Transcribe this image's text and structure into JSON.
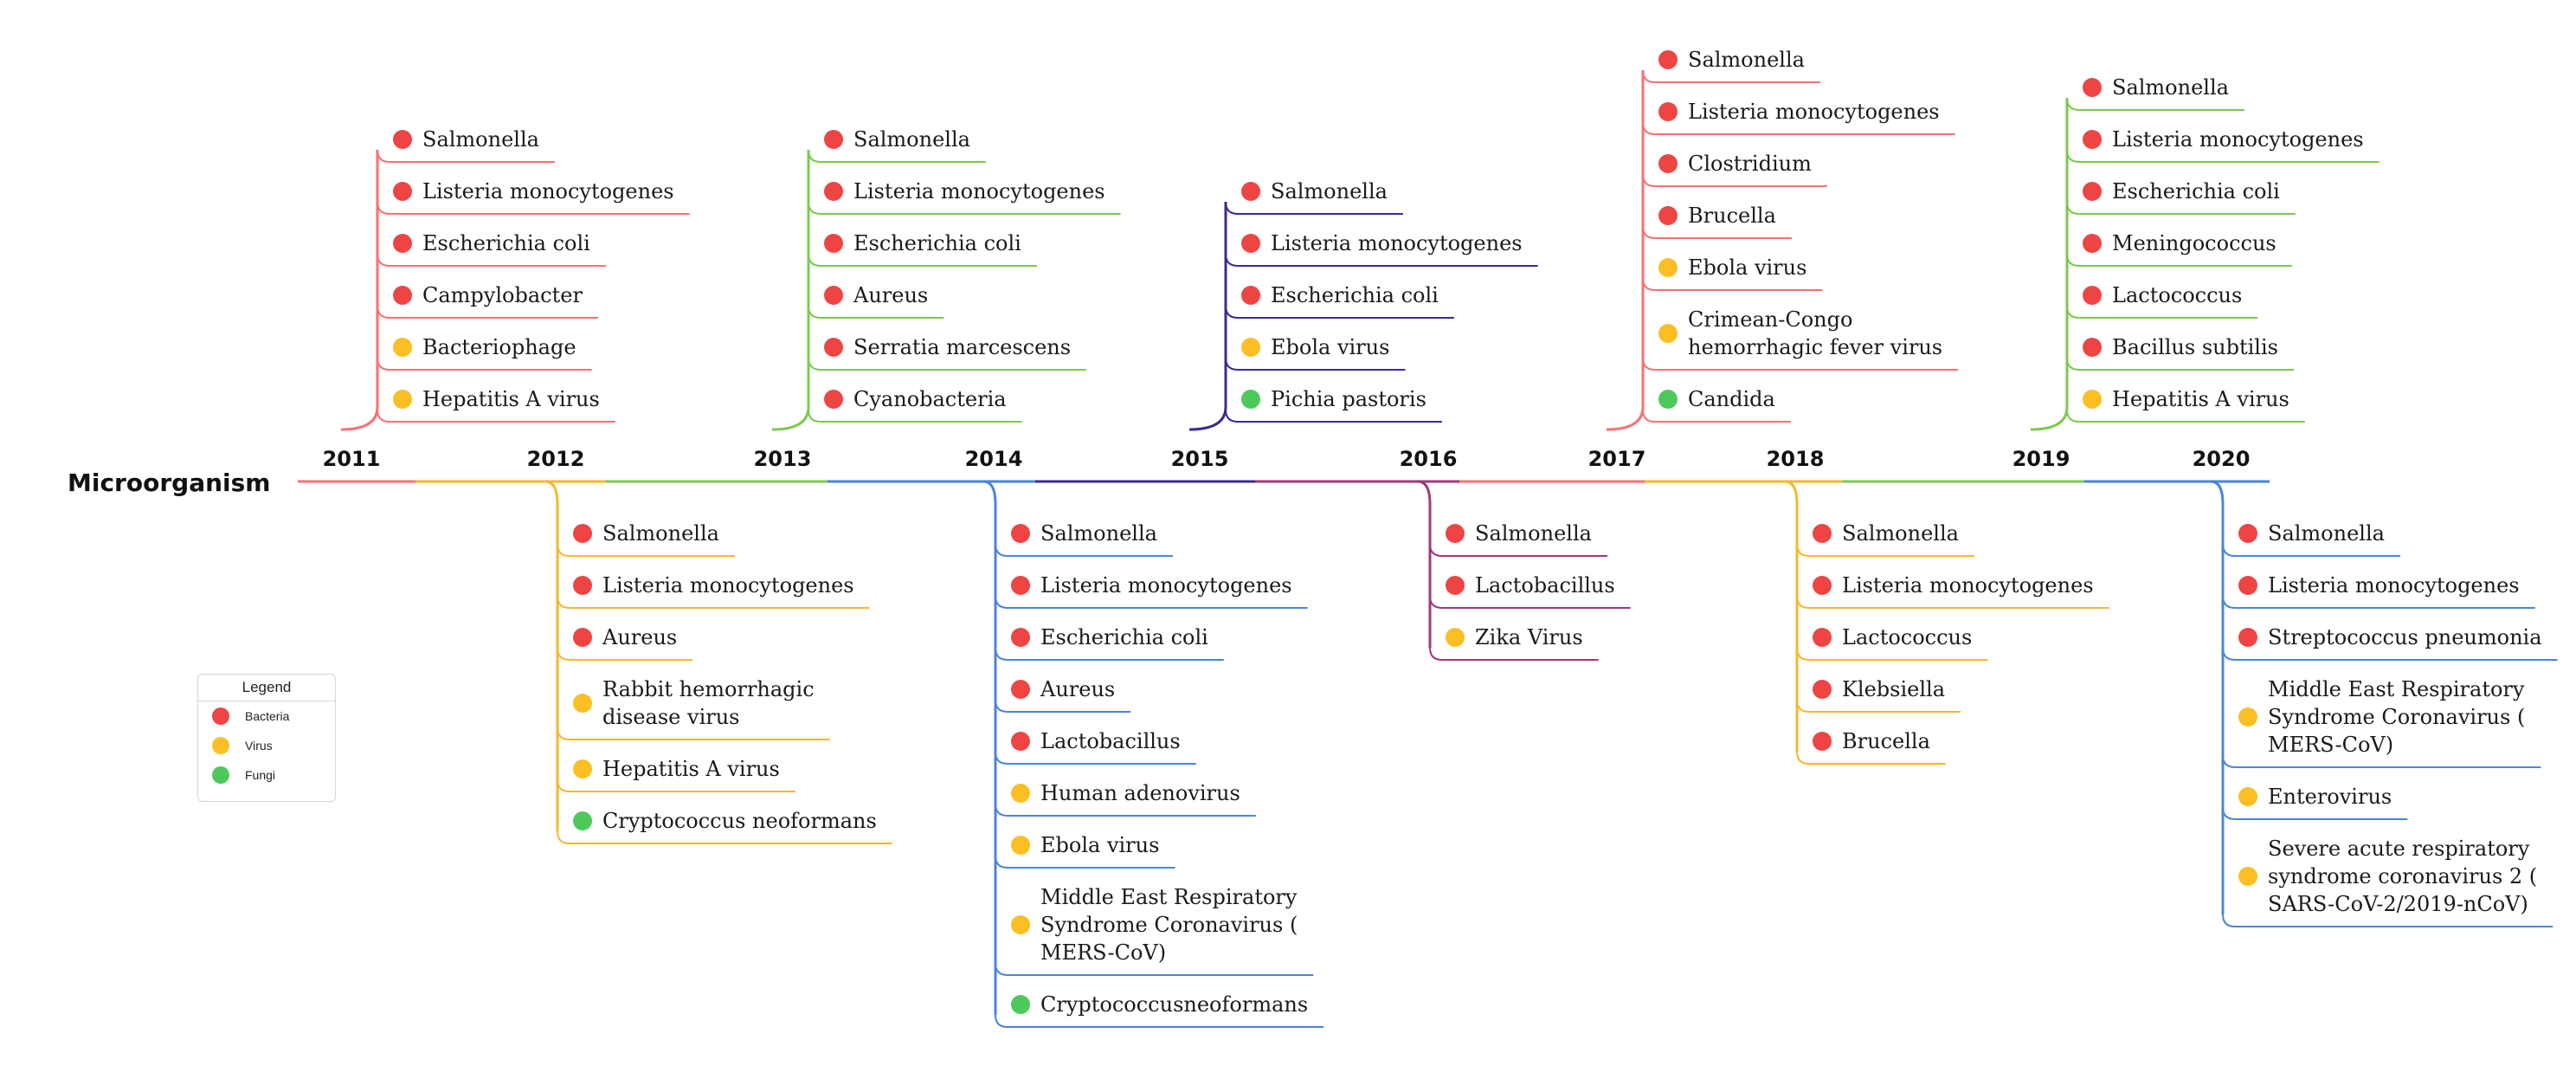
{
  "root": {
    "label": "Microorganism"
  },
  "legend": {
    "title": "Legend",
    "items": [
      {
        "label": "Bacteria",
        "type": "bacteria"
      },
      {
        "label": "Virus",
        "type": "virus"
      },
      {
        "label": "Fungi",
        "type": "fungi"
      }
    ]
  },
  "type_colors": {
    "bacteria": "#ef4444",
    "virus": "#fbbf24",
    "fungi": "#4cc95a"
  },
  "years": [
    {
      "year": "2011",
      "side": "up",
      "color": "#f87171",
      "items": [
        {
          "label": "Salmonella",
          "type": "bacteria"
        },
        {
          "label": "Listeria monocytogenes",
          "type": "bacteria"
        },
        {
          "label": "Escherichia coli",
          "type": "bacteria"
        },
        {
          "label": "Campylobacter",
          "type": "bacteria"
        },
        {
          "label": "Bacteriophage",
          "type": "virus"
        },
        {
          "label": "Hepatitis A virus",
          "type": "virus"
        }
      ]
    },
    {
      "year": "2012",
      "side": "down",
      "color": "#f5b82e",
      "items": [
        {
          "label": "Salmonella",
          "type": "bacteria"
        },
        {
          "label": "Listeria monocytogenes",
          "type": "bacteria"
        },
        {
          "label": "Aureus",
          "type": "bacteria"
        },
        {
          "label": "Rabbit hemorrhagic\ndisease virus",
          "type": "virus"
        },
        {
          "label": "Hepatitis A virus",
          "type": "virus"
        },
        {
          "label": "Cryptococcus neoformans",
          "type": "fungi"
        }
      ]
    },
    {
      "year": "2013",
      "side": "up",
      "color": "#7cc94f",
      "items": [
        {
          "label": "Salmonella",
          "type": "bacteria"
        },
        {
          "label": "Listeria monocytogenes",
          "type": "bacteria"
        },
        {
          "label": "Escherichia coli",
          "type": "bacteria"
        },
        {
          "label": "Aureus",
          "type": "bacteria"
        },
        {
          "label": "Serratia marcescens",
          "type": "bacteria"
        },
        {
          "label": "Cyanobacteria",
          "type": "bacteria"
        }
      ]
    },
    {
      "year": "2014",
      "side": "down",
      "color": "#4a86d8",
      "items": [
        {
          "label": "Salmonella",
          "type": "bacteria"
        },
        {
          "label": "Listeria monocytogenes",
          "type": "bacteria"
        },
        {
          "label": "Escherichia coli",
          "type": "bacteria"
        },
        {
          "label": "Aureus",
          "type": "bacteria"
        },
        {
          "label": "Lactobacillus",
          "type": "bacteria"
        },
        {
          "label": "Human adenovirus",
          "type": "virus"
        },
        {
          "label": "Ebola virus",
          "type": "virus"
        },
        {
          "label": "Middle East Respiratory\nSyndrome Coronavirus (\nMERS-CoV)",
          "type": "virus"
        },
        {
          "label": "Cryptococcusneoformans",
          "type": "fungi"
        }
      ]
    },
    {
      "year": "2015",
      "side": "up",
      "color": "#3b2a8f",
      "items": [
        {
          "label": "Salmonella",
          "type": "bacteria"
        },
        {
          "label": "Listeria monocytogenes",
          "type": "bacteria"
        },
        {
          "label": "Escherichia coli",
          "type": "bacteria"
        },
        {
          "label": "Ebola virus",
          "type": "virus"
        },
        {
          "label": "Pichia pastoris",
          "type": "fungi"
        }
      ]
    },
    {
      "year": "2016",
      "side": "down",
      "color": "#9e3a7a",
      "items": [
        {
          "label": "Salmonella",
          "type": "bacteria"
        },
        {
          "label": "Lactobacillus",
          "type": "bacteria"
        },
        {
          "label": "Zika Virus",
          "type": "virus"
        }
      ]
    },
    {
      "year": "2017",
      "side": "up",
      "color": "#f87171",
      "items": [
        {
          "label": "Salmonella",
          "type": "bacteria"
        },
        {
          "label": "Listeria monocytogenes",
          "type": "bacteria"
        },
        {
          "label": "Clostridium",
          "type": "bacteria"
        },
        {
          "label": "Brucella",
          "type": "bacteria"
        },
        {
          "label": "Ebola virus",
          "type": "virus"
        },
        {
          "label": "Crimean-Congo\nhemorrhagic fever virus",
          "type": "virus"
        },
        {
          "label": "Candida",
          "type": "fungi"
        }
      ]
    },
    {
      "year": "2018",
      "side": "down",
      "color": "#f5b82e",
      "items": [
        {
          "label": "Salmonella",
          "type": "bacteria"
        },
        {
          "label": "Listeria monocytogenes",
          "type": "bacteria"
        },
        {
          "label": "Lactococcus",
          "type": "bacteria"
        },
        {
          "label": "Klebsiella",
          "type": "bacteria"
        },
        {
          "label": "Brucella",
          "type": "bacteria"
        }
      ]
    },
    {
      "year": "2019",
      "side": "up",
      "color": "#7cc94f",
      "items": [
        {
          "label": "Salmonella",
          "type": "bacteria"
        },
        {
          "label": "Listeria monocytogenes",
          "type": "bacteria"
        },
        {
          "label": "Escherichia coli",
          "type": "bacteria"
        },
        {
          "label": "Meningococcus",
          "type": "bacteria"
        },
        {
          "label": "Lactococcus",
          "type": "bacteria"
        },
        {
          "label": "Bacillus subtilis",
          "type": "bacteria"
        },
        {
          "label": "Hepatitis A virus",
          "type": "virus"
        }
      ]
    },
    {
      "year": "2020",
      "side": "down",
      "color": "#4a86d8",
      "items": [
        {
          "label": "Salmonella",
          "type": "bacteria"
        },
        {
          "label": "Listeria monocytogenes",
          "type": "bacteria"
        },
        {
          "label": "Streptococcus pneumonia",
          "type": "bacteria"
        },
        {
          "label": "Middle East Respiratory\nSyndrome Coronavirus (\nMERS-CoV)",
          "type": "virus"
        },
        {
          "label": "Enterovirus",
          "type": "virus"
        },
        {
          "label": "Severe acute respiratory\nsyndrome coronavirus 2 (\nSARS-CoV-2/2019-nCoV)",
          "type": "virus"
        }
      ]
    }
  ]
}
